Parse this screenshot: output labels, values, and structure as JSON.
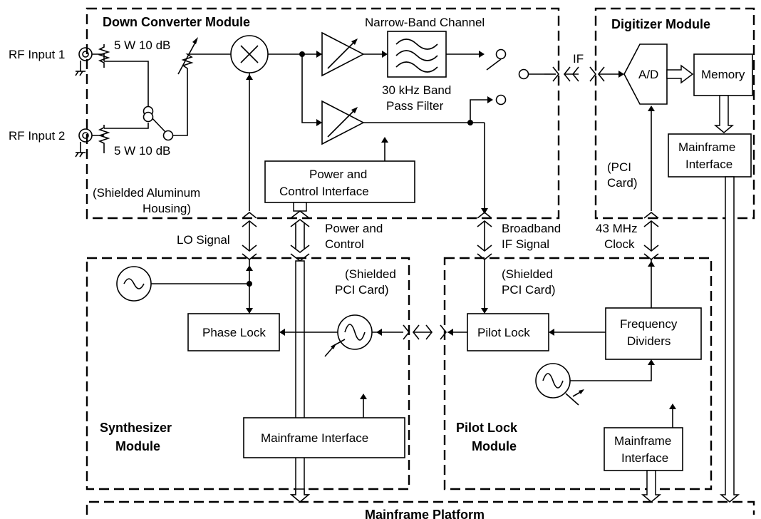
{
  "modules": {
    "down_converter": {
      "title": "Down Converter Module",
      "narrow_band": "Narrow-Band Channel",
      "filter_line1": "30 kHz Band",
      "filter_line2": "Pass Filter",
      "power_line1": "Power and",
      "power_line2": "Control Interface",
      "housing_line1": "(Shielded Aluminum",
      "housing_line2": "Housing)",
      "atten1": "5 W 10 dB",
      "atten2": "5 W 10 dB"
    },
    "digitizer": {
      "title": "Digitizer Module",
      "ad": "A/D",
      "memory": "Memory",
      "mf_line1": "Mainframe",
      "mf_line2": "Interface",
      "pci_line1": "(PCI",
      "pci_line2": "Card)"
    },
    "synthesizer": {
      "title_line1": "Synthesizer",
      "title_line2": "Module",
      "phase_lock": "Phase Lock",
      "mf_interface": "Mainframe Interface",
      "pci_line1": "(Shielded",
      "pci_line2": "PCI Card)"
    },
    "pilot_lock": {
      "title_line1": "Pilot Lock",
      "title_line2": "Module",
      "pilot_lock": "Pilot Lock",
      "freq_line1": "Frequency",
      "freq_line2": "Dividers",
      "mf_line1": "Mainframe",
      "mf_line2": "Interface",
      "pci_line1": "(Shielded",
      "pci_line2": "PCI Card)"
    },
    "mainframe": {
      "title": "Mainframe Platform"
    }
  },
  "inputs": {
    "rf1": "RF Input 1",
    "rf2": "RF Input 2"
  },
  "signals": {
    "if": "IF",
    "lo": "LO Signal",
    "power_line1": "Power and",
    "power_line2": "Control",
    "broadband_line1": "Broadband",
    "broadband_line2": "IF Signal",
    "clock_line1": "43 MHz",
    "clock_line2": "Clock"
  }
}
